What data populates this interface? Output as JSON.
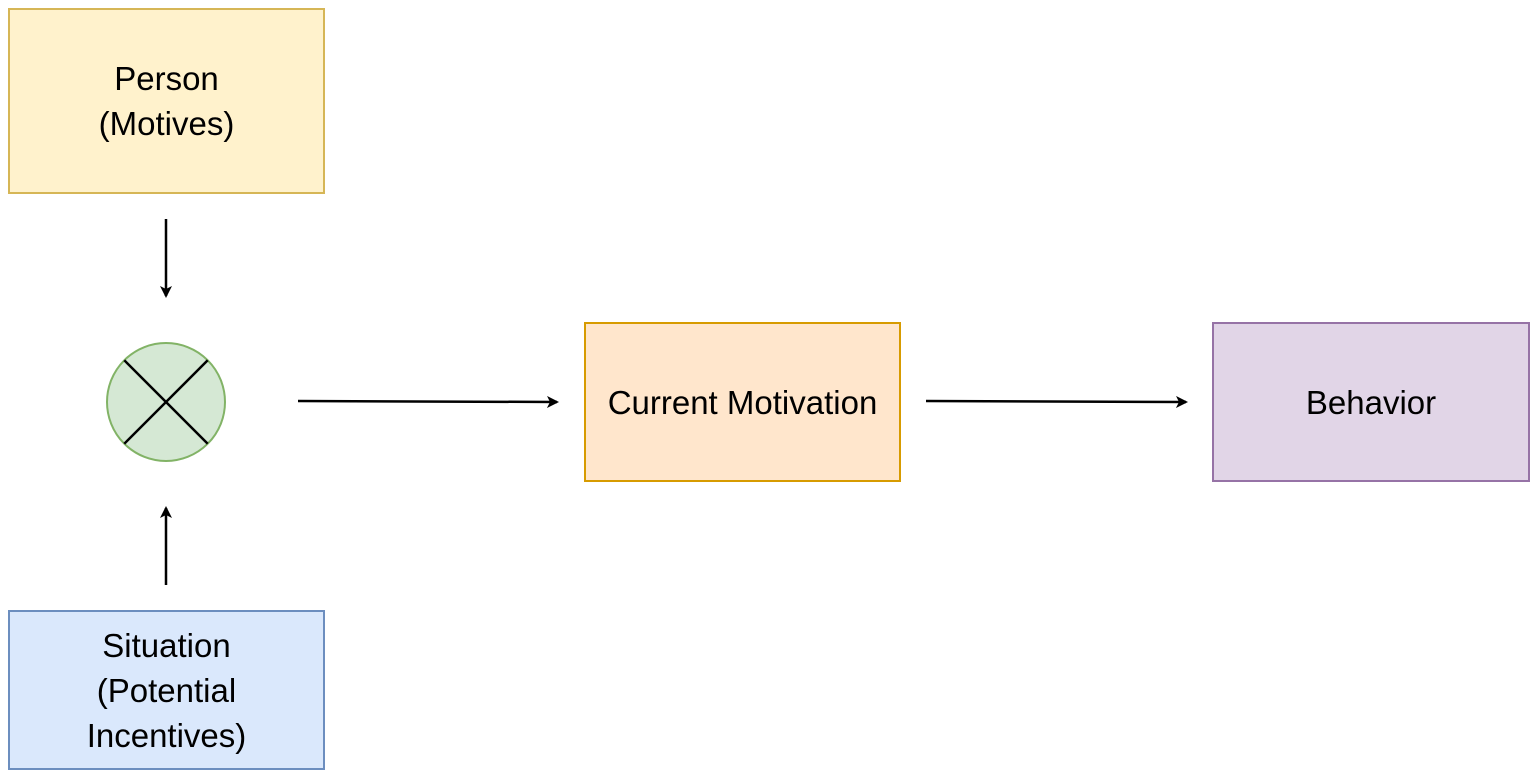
{
  "nodes": {
    "person": {
      "lines": [
        "Person",
        "(Motives)"
      ],
      "fill": "#fff2cc",
      "stroke": "#d6b656"
    },
    "situation": {
      "lines": [
        "Situation",
        "(Potential",
        "Incentives)"
      ],
      "fill": "#dae8fc",
      "stroke": "#6c8ebf"
    },
    "multiplier": {
      "symbol": "multiply-circle-icon",
      "fill": "#d5e8d4",
      "stroke": "#82b366"
    },
    "current_motivation": {
      "lines": [
        "Current Motivation"
      ],
      "fill": "#ffe6cc",
      "stroke": "#d79b00"
    },
    "behavior": {
      "lines": [
        "Behavior"
      ],
      "fill": "#e1d5e7",
      "stroke": "#9673a6"
    }
  },
  "edges": [
    {
      "from": "person",
      "to": "multiplier"
    },
    {
      "from": "situation",
      "to": "multiplier"
    },
    {
      "from": "multiplier",
      "to": "current_motivation"
    },
    {
      "from": "current_motivation",
      "to": "behavior"
    }
  ],
  "colors": {
    "arrow": "#000000",
    "text": "#000000",
    "background": "#ffffff"
  }
}
